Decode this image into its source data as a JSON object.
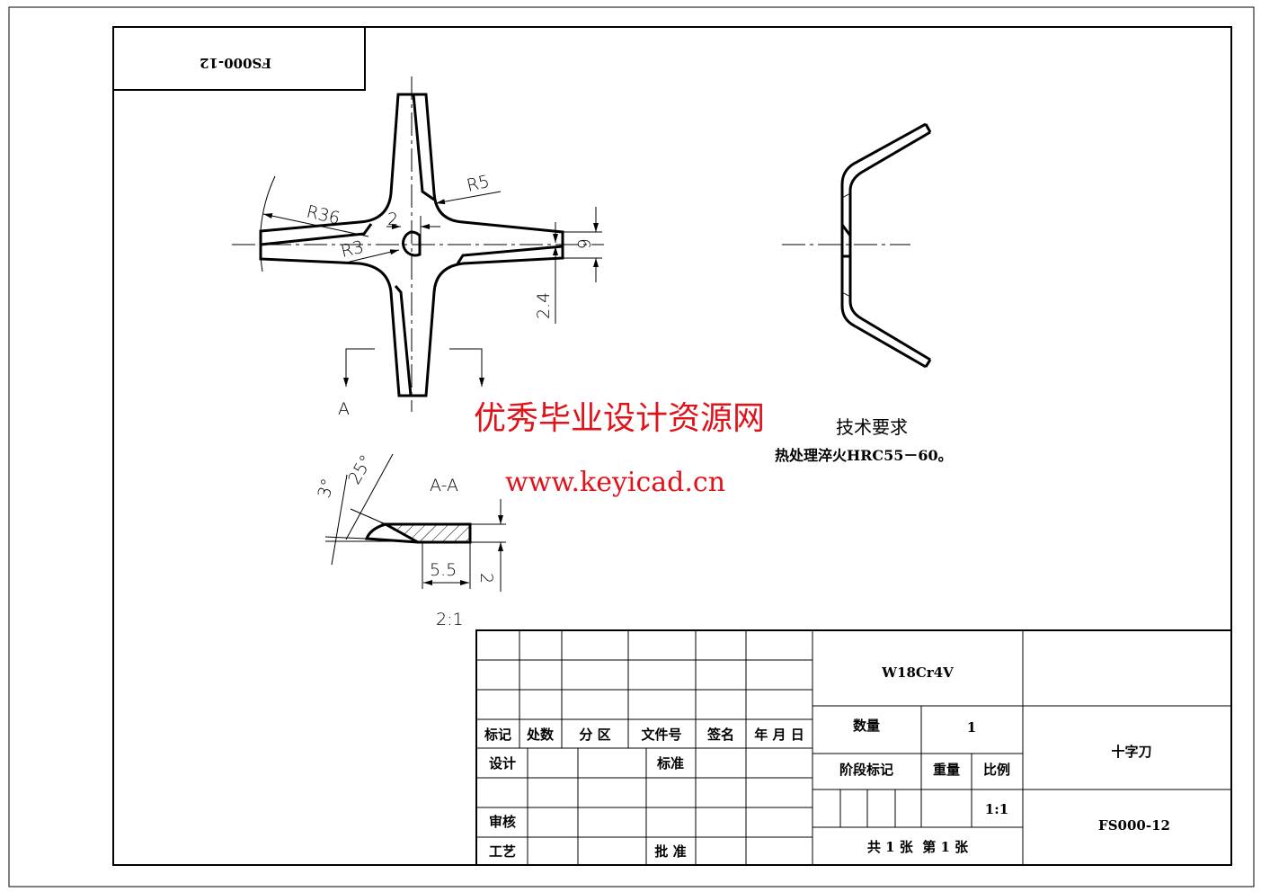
{
  "drawing_code_rotated": "FS000-12",
  "views": {
    "section_marker": "A",
    "section_title": "A-A",
    "section_scale": "2:1"
  },
  "dimensions": {
    "r36": "R36",
    "r5": "R5",
    "r3": "R3",
    "d2_top": "2",
    "d6": "6",
    "d24": "2.4",
    "angle3": "3°",
    "angle25": "25°",
    "d55": "5.5",
    "d2_section": "2"
  },
  "watermark": {
    "cn": "优秀毕业设计资源网",
    "url": "www.keyicad.cn",
    "color": "#e0121a"
  },
  "tech_requirements": {
    "title": "技术要求",
    "line1": "热处理淬火HRC55－60。"
  },
  "title_block": {
    "headers": [
      "标记",
      "处数",
      "分 区",
      "文件号",
      "签名",
      "年 月 日"
    ],
    "design": "设计",
    "standard": "标准",
    "review": "审核",
    "process": "工艺",
    "approve": "批 准",
    "material": "W18Cr4V",
    "quantity_label": "数量",
    "quantity": "1",
    "stage_label": "阶段标记",
    "weight_label": "重量",
    "scale_label": "比例",
    "scale": "1:1",
    "sheets": "共 1 张  第 1 张",
    "part_name": "十字刀",
    "drawing_no": "FS000-12"
  }
}
